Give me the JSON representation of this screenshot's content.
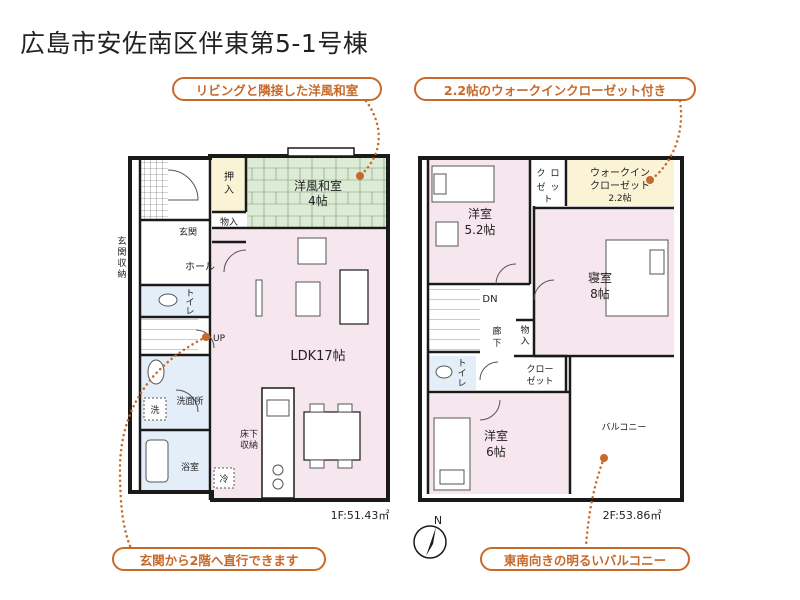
{
  "title": "広島市安佐南区伴東第5-1号棟",
  "callouts": {
    "western_japanese_room": "リビングと隣接した洋風和室",
    "walk_in_closet": "2.2帖のウォークインクローゼット付き",
    "entrance_to_2f": "玄関から2階へ直行できます",
    "balcony": "東南向きの明るいバルコニー"
  },
  "floor1": {
    "area": "1F:51.43㎡",
    "rooms": {
      "oshiire": [
        "押",
        "入"
      ],
      "western_japanese": "洋風和室",
      "western_japanese_size": "4帖",
      "nyu": "物入",
      "genkan": "玄関",
      "genkan_storage": [
        "玄",
        "関",
        "収",
        "納"
      ],
      "hall": "ホール",
      "toilet": [
        "ト",
        "イ",
        "レ"
      ],
      "up": "UP",
      "ldk": "LDK17帖",
      "washroom": "洗面所",
      "washer": "洗",
      "bath": "浴室",
      "underfloor": [
        "床下",
        "収納"
      ],
      "fridge": "冷"
    }
  },
  "floor2": {
    "area": "2F:53.86㎡",
    "rooms": {
      "western1": "洋室",
      "western1_size": "5.2帖",
      "closet1": [
        "ク",
        "ロ",
        "ゼ",
        "ッ",
        "ト"
      ],
      "wic": "ウォークイン",
      "wic2": "クローゼット",
      "wic_size": "2.2帖",
      "bedroom": "寝室",
      "bedroom_size": "8帖",
      "dn": "DN",
      "corridor": [
        "廊",
        "下"
      ],
      "nyu": [
        "物",
        "入"
      ],
      "toilet": [
        "ト",
        "イ",
        "レ"
      ],
      "closet2": [
        "クロー",
        "ゼット"
      ],
      "western2": "洋室",
      "western2_size": "6帖",
      "balcony": "バルコニー"
    }
  },
  "compass": "N",
  "colors": {
    "accent": "#c7692a",
    "pink_floor": "#f6e6ee",
    "blue_floor": "#e4eef8",
    "green_floor": "#dcebd6",
    "yellow_floor": "#fbf3d6",
    "wall": "#1a1a1a"
  }
}
